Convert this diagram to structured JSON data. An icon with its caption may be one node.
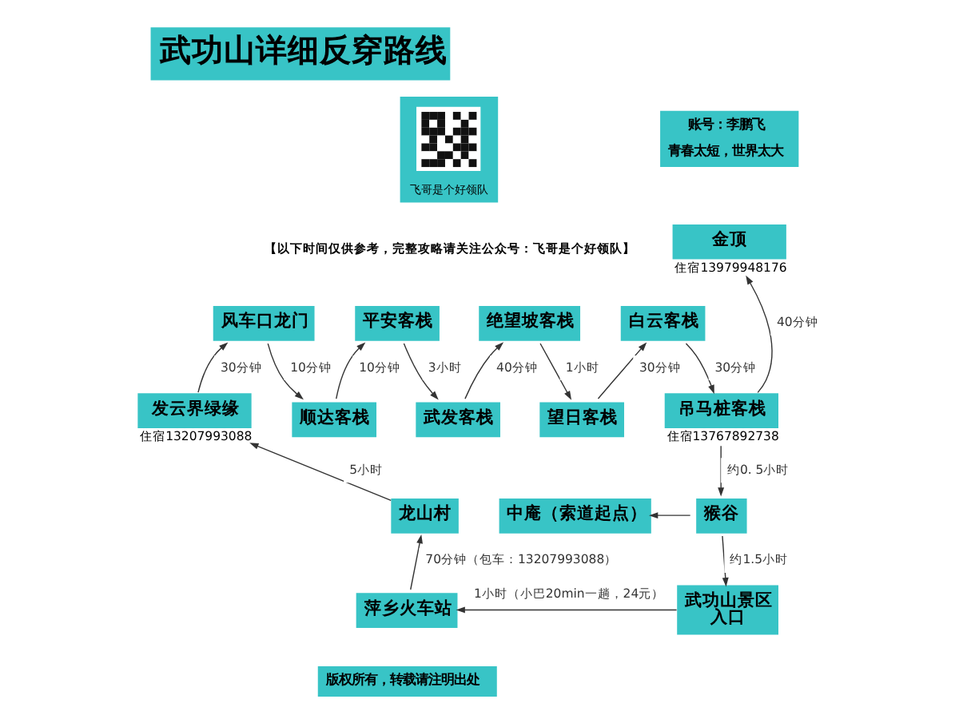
{
  "diagram": {
    "title": "武功山详细反穿路线",
    "nodes": [
      {
        "text": [
          "飞哥是个好领队"
        ]
      },
      {
        "text": [],
        "shape": "picture",
        "in": 0
      },
      {
        "text": [
          "账号：李鹏飞",
          "青春太短，世界太大"
        ]
      },
      {
        "text": [
          "金顶"
        ],
        "beside": [
          "住宿13979948176"
        ]
      },
      {
        "text": [
          "风车口龙门"
        ]
      },
      {
        "text": [
          "平安客栈"
        ]
      },
      {
        "text": [
          "绝望坡客栈"
        ]
      },
      {
        "text": [
          "白云客栈"
        ]
      },
      {
        "text": [
          "发云界绿缘"
        ],
        "beside": [
          "住宿13207993088"
        ]
      },
      {
        "text": [
          "顺达客栈"
        ]
      },
      {
        "text": [
          "武发客栈"
        ]
      },
      {
        "text": [
          "望日客栈"
        ]
      },
      {
        "text": [
          "吊马桩客栈"
        ],
        "beside": [
          "住宿13767892738"
        ]
      },
      {
        "text": [
          "中庵（索道起点）"
        ]
      },
      {
        "text": [
          "猴谷"
        ]
      },
      {
        "text": [
          "龙山村"
        ]
      },
      {
        "text": [
          "萍乡火车站"
        ]
      },
      {
        "text": [
          "武功山景区入口"
        ]
      },
      {
        "text": [
          "版权所有，转载请注明出处"
        ]
      }
    ],
    "edges": [
      {
        "from": 4,
        "to": 9,
        "arrow": "to",
        "label": "10分钟"
      },
      {
        "from": 5,
        "to": 10,
        "arrow": "to",
        "label": "3小时"
      },
      {
        "from": 6,
        "to": 11,
        "arrow": "to",
        "label": "1小时"
      },
      {
        "from": 7,
        "to": 12,
        "arrow": "to",
        "label": "30分钟"
      },
      {
        "from": 8,
        "to": 4,
        "arrow": "to",
        "label": "30分钟"
      },
      {
        "from": 9,
        "to": 5,
        "arrow": "to",
        "label": "10分钟"
      },
      {
        "from": 10,
        "to": 6,
        "arrow": "to",
        "label": "40分钟"
      },
      {
        "from": 11,
        "to": 7,
        "arrow": "to",
        "label": "30分钟"
      },
      {
        "from": 12,
        "to": 3,
        "arrow": "to",
        "label": "40分钟"
      },
      {
        "from": 12,
        "to": 14,
        "arrow": "to",
        "label": "约0. 5小时"
      },
      {
        "from": 14,
        "to": 13,
        "arrow": "to"
      },
      {
        "from": 14,
        "to": 17,
        "arrow": "to",
        "label": "约1.5小时"
      },
      {
        "from": 15,
        "to": 8,
        "arrow": "to",
        "label": "5小时"
      },
      {
        "from": 16,
        "to": 15,
        "arrow": "to",
        "label": "70分钟（包车：13207993088）"
      },
      {
        "from": 17,
        "to": 16,
        "arrow": "to",
        "label": "1小时（小巴20min一趟，24元）"
      }
    ],
    "labels": [
      "【以下时间仅供参考，完整攻略请关注公众号：飞哥是个好领队】"
    ]
  }
}
